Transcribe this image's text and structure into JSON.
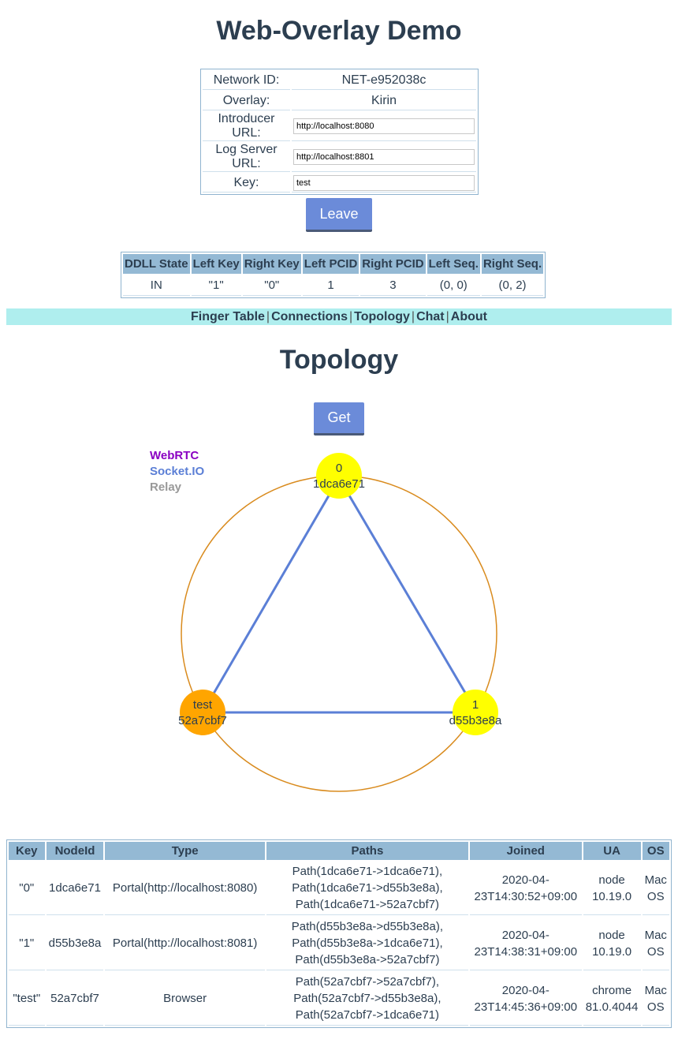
{
  "title": "Web-Overlay Demo",
  "config": {
    "network_id_label": "Network ID:",
    "network_id_value": "NET-e952038c",
    "overlay_label": "Overlay:",
    "overlay_value": "Kirin",
    "introducer_label": "Introducer URL:",
    "introducer_value": "http://localhost:8080",
    "log_server_label": "Log Server URL:",
    "log_server_value": "http://localhost:8801",
    "key_label": "Key:",
    "key_value": "test"
  },
  "leave_label": "Leave",
  "ddll": {
    "headers": [
      "DDLL State",
      "Left Key",
      "Right Key",
      "Left PCID",
      "Right PCID",
      "Left Seq.",
      "Right Seq."
    ],
    "values": [
      "IN",
      "\"1\"",
      "\"0\"",
      "1",
      "3",
      "(0, 0)",
      "(0, 2)"
    ]
  },
  "nav": {
    "items": [
      "Finger Table",
      "Connections",
      "Topology",
      "Chat",
      "About"
    ],
    "separator": "|",
    "bg_color": "#afeeee"
  },
  "topology": {
    "title": "Topology",
    "get_label": "Get",
    "legend": [
      {
        "label": "WebRTC",
        "color": "#8a00c2"
      },
      {
        "label": "Socket.IO",
        "color": "#5b7fd6"
      },
      {
        "label": "Relay",
        "color": "#999999"
      }
    ],
    "nodes": [
      {
        "key": "0",
        "id": "1dca6e71",
        "color": "#ffff00"
      },
      {
        "key": "1",
        "id": "d55b3e8a",
        "color": "#ffff00"
      },
      {
        "key": "test",
        "id": "52a7cbf7",
        "color": "#ffa500"
      }
    ]
  },
  "nodes_table": {
    "headers": [
      "Key",
      "NodeId",
      "Type",
      "Paths",
      "Joined",
      "UA",
      "OS"
    ],
    "rows": [
      {
        "key": "\"0\"",
        "node_id": "1dca6e71",
        "type": "Portal(http://localhost:8080)",
        "paths": [
          "Path(1dca6e71->1dca6e71),",
          "Path(1dca6e71->d55b3e8a),",
          "Path(1dca6e71->52a7cbf7)"
        ],
        "joined": [
          "2020-04-",
          "23T14:30:52+09:00"
        ],
        "ua": [
          "node",
          "10.19.0"
        ],
        "os": [
          "Mac",
          "OS"
        ]
      },
      {
        "key": "\"1\"",
        "node_id": "d55b3e8a",
        "type": "Portal(http://localhost:8081)",
        "paths": [
          "Path(d55b3e8a->d55b3e8a),",
          "Path(d55b3e8a->1dca6e71),",
          "Path(d55b3e8a->52a7cbf7)"
        ],
        "joined": [
          "2020-04-",
          "23T14:38:31+09:00"
        ],
        "ua": [
          "node",
          "10.19.0"
        ],
        "os": [
          "Mac",
          "OS"
        ]
      },
      {
        "key": "\"test\"",
        "node_id": "52a7cbf7",
        "type": "Browser",
        "paths": [
          "Path(52a7cbf7->52a7cbf7),",
          "Path(52a7cbf7->d55b3e8a),",
          "Path(52a7cbf7->1dca6e71)"
        ],
        "joined": [
          "2020-04-",
          "23T14:45:36+09:00"
        ],
        "ua": [
          "chrome",
          "81.0.4044"
        ],
        "os": [
          "Mac",
          "OS"
        ]
      }
    ]
  }
}
